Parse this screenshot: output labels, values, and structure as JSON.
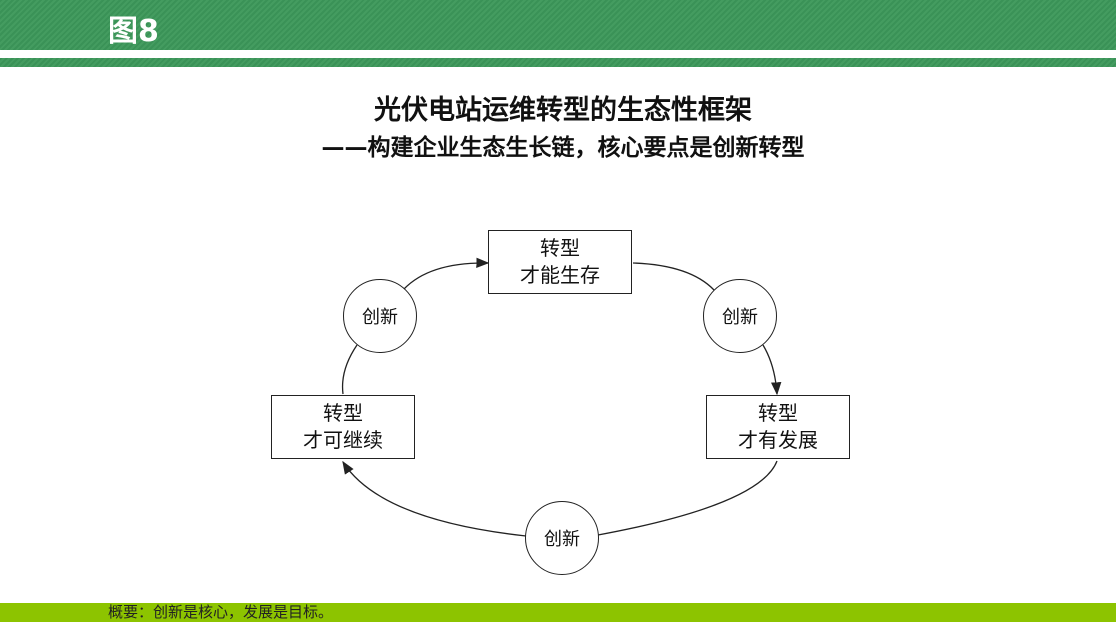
{
  "header": {
    "figure_label": "图8"
  },
  "title": "光伏电站运维转型的生态性框架",
  "subtitle": "——构建企业生态生长链，核心要点是创新转型",
  "diagram": {
    "boxes": [
      {
        "line1": "转型",
        "line2": "才能生存"
      },
      {
        "line1": "转型",
        "line2": "才有发展"
      },
      {
        "line1": "转型",
        "line2": "才可继续"
      }
    ],
    "circles": [
      "创新",
      "创新",
      "创新"
    ]
  },
  "footer": {
    "text": "概要：创新是核心，发展是目标。"
  },
  "colors": {
    "header_green": "#3f975b",
    "footer_green": "#8dc400"
  }
}
